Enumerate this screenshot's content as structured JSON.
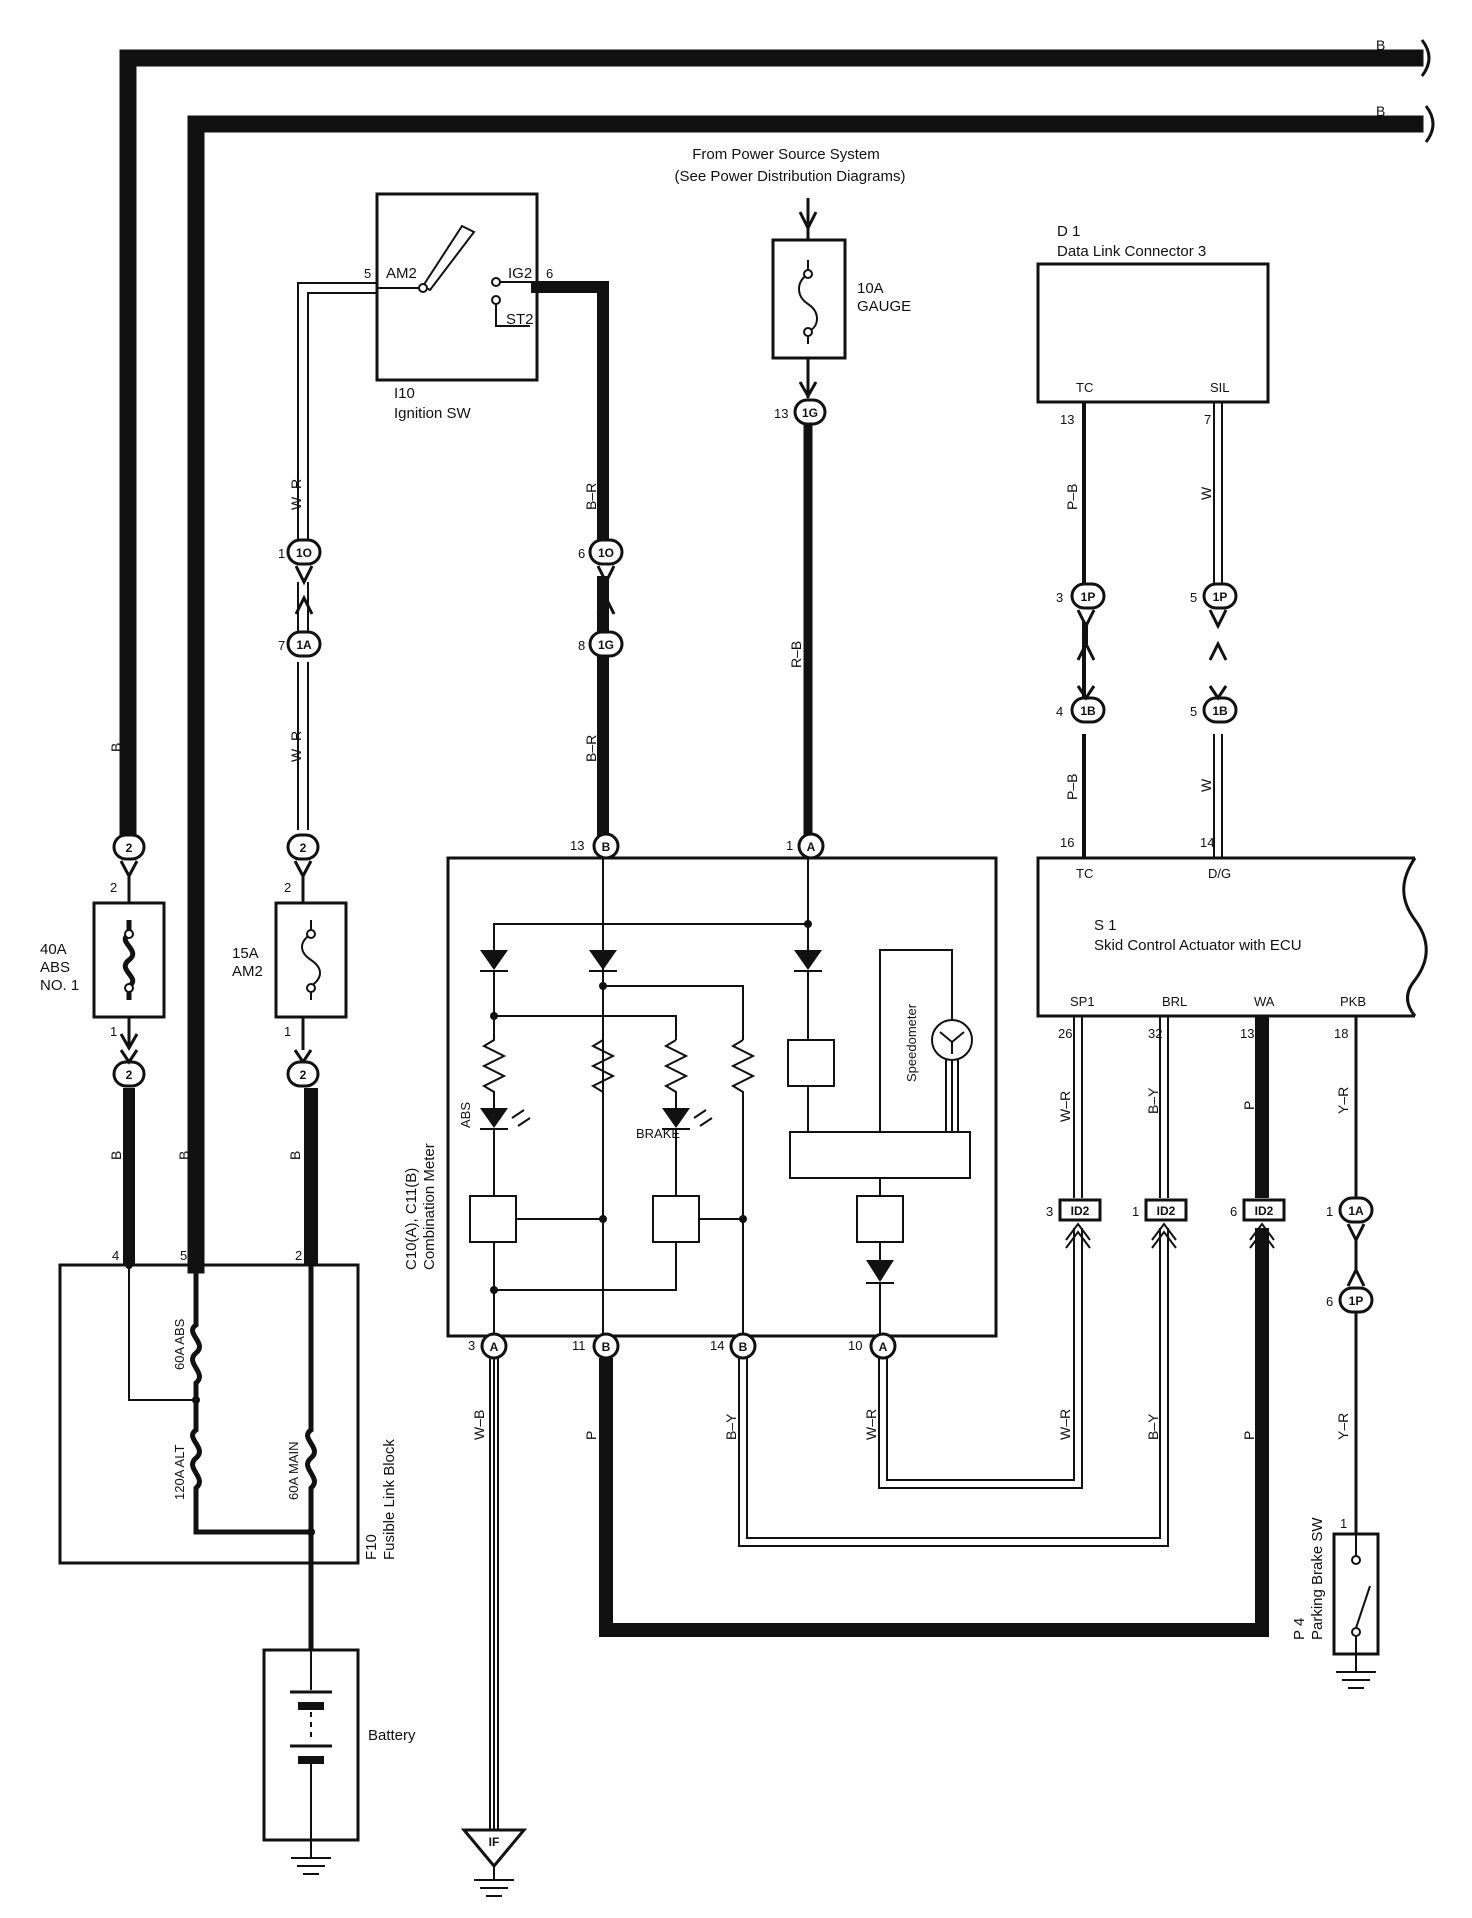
{
  "power": {
    "source_line1": "From Power Source System",
    "source_line2": "(See Power Distribution Diagrams)",
    "top_b1": "B",
    "top_b2": "B"
  },
  "ignition": {
    "id": "I10",
    "name": "Ignition SW",
    "am2": "AM2",
    "ig2": "IG2",
    "st2": "ST2",
    "pin_am2": "5",
    "pin_ig2": "6"
  },
  "fuse_gauge": {
    "rating": "10A",
    "name": "GAUGE"
  },
  "fuse_abs1": {
    "rating": "40A",
    "name1": "ABS",
    "name2": "NO. 1",
    "pin_top": "2",
    "pin_bottom": "1"
  },
  "fuse_am2": {
    "rating": "15A",
    "name": "AM2",
    "pin_top": "2",
    "pin_bottom": "1"
  },
  "dlc": {
    "id": "D 1",
    "name": "Data Link Connector 3",
    "tc": "TC",
    "sil": "SIL",
    "pin_tc": "13",
    "pin_sil": "7"
  },
  "ecu": {
    "id": "S 1",
    "name": "Skid Control Actuator with ECU",
    "tc": "TC",
    "dg": "D/G",
    "sp1": "SP1",
    "brl": "BRL",
    "wa": "WA",
    "pkb": "PKB",
    "pin_tc": "16",
    "pin_dg": "14",
    "pin_sp1": "26",
    "pin_brl": "32",
    "pin_wa": "13",
    "pin_pkb": "18"
  },
  "meter": {
    "id": "C10(A), C11(B)",
    "name": "Combination Meter",
    "abs": "ABS",
    "brake": "BRAKE",
    "speedometer": "Speedometer",
    "pin_13": "13",
    "pin_1": "1",
    "pin_3": "3",
    "pin_11": "11",
    "pin_14": "14",
    "pin_10": "10",
    "conn_b": "B",
    "conn_a": "A"
  },
  "fusible_block": {
    "id": "F10",
    "name": "Fusible Link Block",
    "f60abs": "60A ABS",
    "f120alt": "120A ALT",
    "f60main": "60A MAIN",
    "pin_4": "4",
    "pin_5": "5",
    "pin_2": "2"
  },
  "battery": {
    "name": "Battery"
  },
  "ground_if": "IF",
  "parking": {
    "id": "P 4",
    "name": "Parking Brake SW",
    "pin": "1"
  },
  "connectors": {
    "c1o": "1O",
    "c1a": "1A",
    "c1g": "1G",
    "c1p": "1P",
    "c1b": "1B",
    "c2": "2",
    "cid2": "ID2",
    "pin_1": "1",
    "pin_7": "7",
    "pin_6": "6",
    "pin_8": "8",
    "pin_13": "13",
    "pin_3": "3",
    "pin_4": "4",
    "pin_5": "5"
  },
  "wires": {
    "b": "B",
    "wr": "W–R",
    "br": "B–R",
    "rb": "R–B",
    "pb": "P–B",
    "w": "W",
    "wb": "W–B",
    "p": "P",
    "by": "B–Y",
    "yr": "Y–R"
  }
}
